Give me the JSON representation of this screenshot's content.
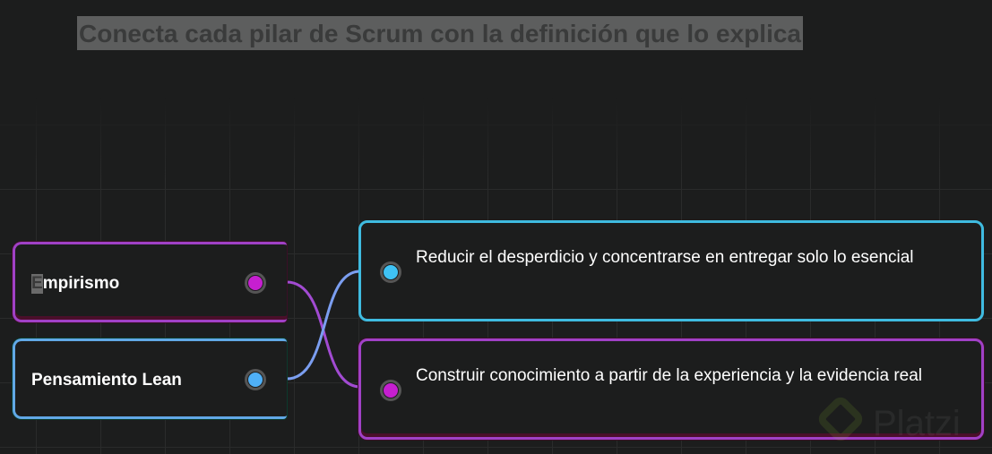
{
  "title": "Conecta cada pilar de Scrum con la definición que lo explica",
  "left_items": [
    {
      "first_letter": "E",
      "rest": "mpirismo",
      "color": "#c61fd0"
    },
    {
      "label": "Pensamiento Lean",
      "color": "#4fb0f8"
    }
  ],
  "right_items": [
    {
      "text": "Reducir el desperdicio y concentrarse en entregar solo lo esencial",
      "color": "#3fc2f4"
    },
    {
      "text": "Construir conocimiento a partir de la experiencia y la evidencia real",
      "color": "#c61fd0"
    }
  ],
  "watermark": "Platzi"
}
